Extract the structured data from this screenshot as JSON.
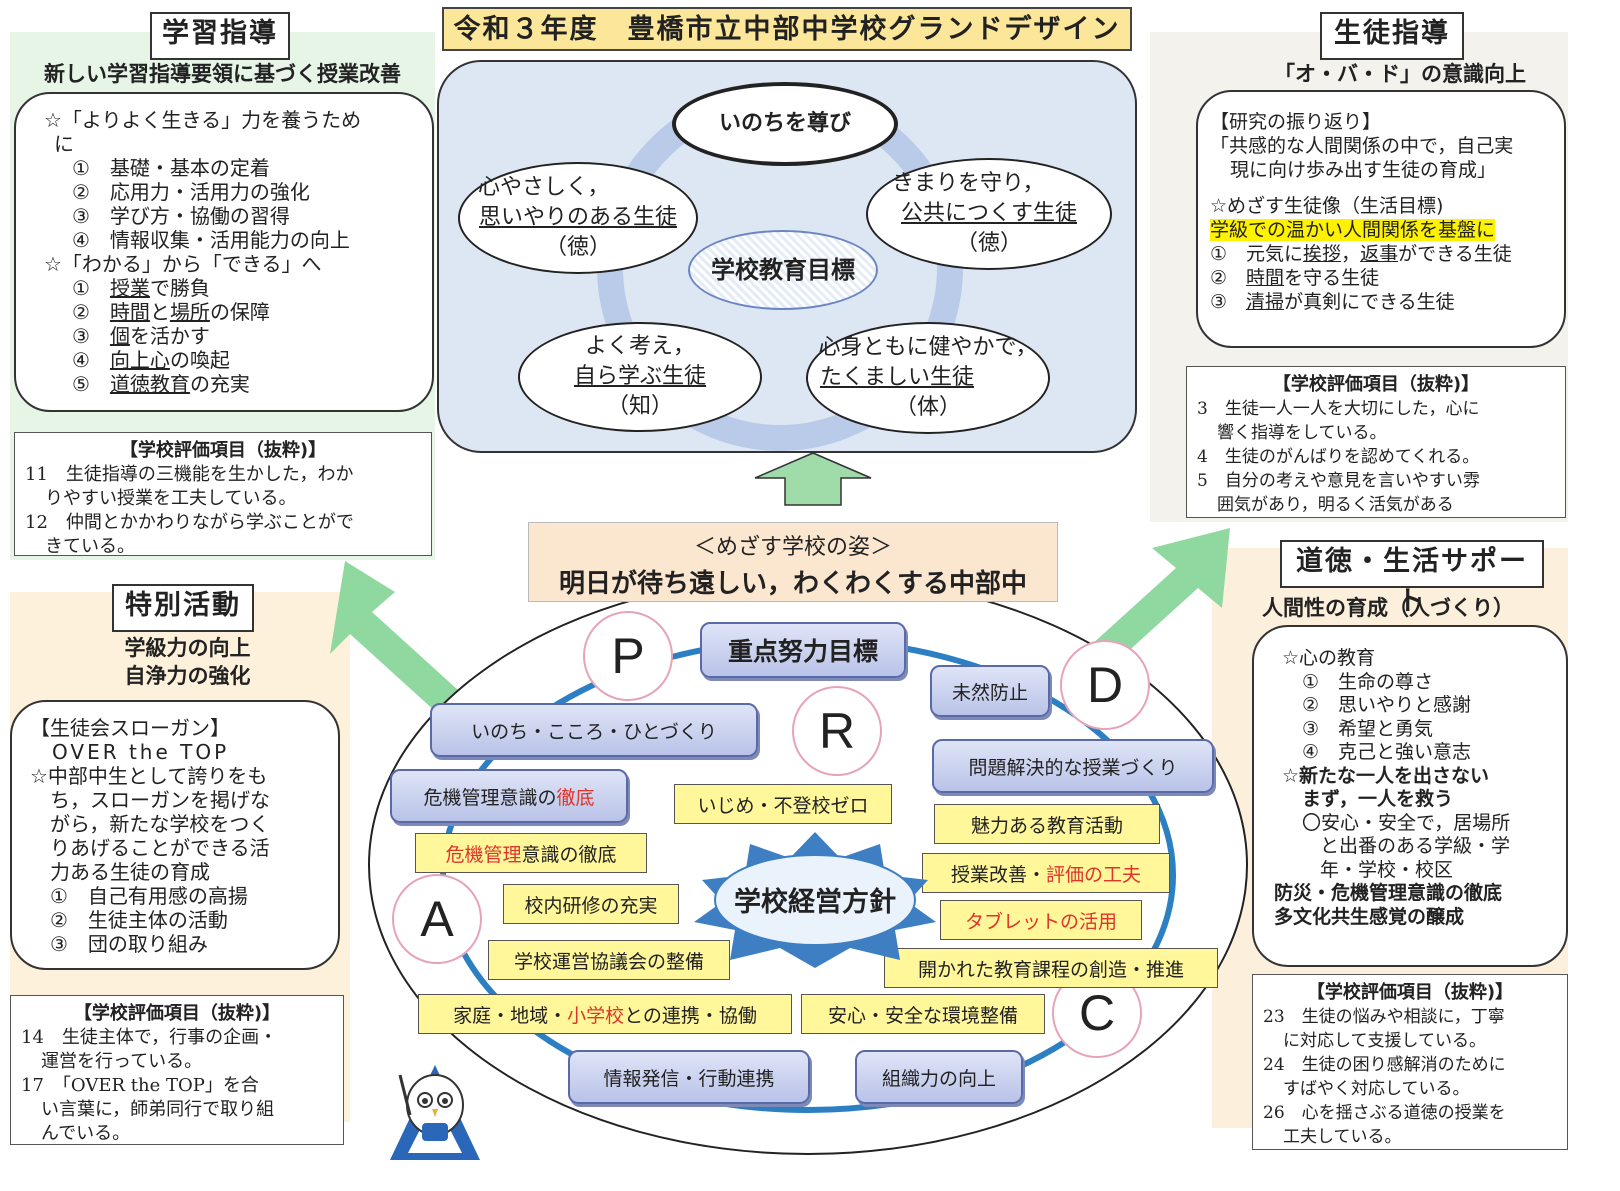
{
  "header": {
    "title": "令和３年度　豊橋市立中部中学校グランドデザイン"
  },
  "center_goal": {
    "top": "いのちを尊び",
    "label": "学校教育目標",
    "tl": [
      "心やさしく，",
      "思いやりのある生徒",
      "（徳）"
    ],
    "tr": [
      "きまりを守り，",
      "公共につくす生徒",
      "（徳）"
    ],
    "bl": [
      "よく考え，",
      "自ら学ぶ生徒",
      "（知）"
    ],
    "br": [
      "心身ともに健やかで，",
      "たくましい生徒",
      "（体）"
    ]
  },
  "vision": {
    "line1": "＜めざす学校の姿＞",
    "line2": "明日が待ち遠しい，わくわくする中部中"
  },
  "cycle": {
    "priority": "重点努力目標",
    "policy": "学校経営方針",
    "P": "P",
    "D": "D",
    "C": "C",
    "A": "A",
    "R": "R",
    "pills": [
      "いのち・こころ・ひとづくり",
      "危機管理意識の",
      "徹底",
      "未然防止",
      "問題解決的な授業づくり",
      "情報発信・行動連携",
      "組織力の向上"
    ],
    "yellow": [
      "いじめ・不登校ゼロ",
      "危機管理",
      "意識の徹底",
      "校内研修の充実",
      "学校運営協議会の整備",
      "家庭・地域・",
      "小学校",
      "との連携・協働",
      "安心・安全な環境整備",
      "魅力ある教育活動",
      "授業改善・",
      "評価の工夫",
      "タブレットの活用",
      "開かれた教育課程の創造・推進"
    ]
  },
  "learning": {
    "title": "学習指導",
    "subtitle": "新しい学習指導要領に基づく授業改善",
    "lines": [
      "☆「よりよく生きる」力を養うため",
      "に",
      "①　基礎・基本の定着",
      "②　応用力・活用力の強化",
      "③　学び方・協働の習得",
      "④　情報収集・活用能力の向上",
      "☆「わかる」から「できる」へ"
    ],
    "items2": [
      [
        "①",
        "授業",
        "で勝負"
      ],
      [
        "②",
        "時間",
        "と",
        "場所",
        "の保障"
      ],
      [
        "③",
        "個",
        "を活かす"
      ],
      [
        "④",
        "向上心",
        "の喚起"
      ],
      [
        "⑤",
        "道徳教育",
        "の充実"
      ]
    ],
    "eval_head": "【学校評価項目（抜粋)】",
    "eval": [
      "11　生徒指導の三機能を生かした，わか",
      "りやすい授業を工夫している。",
      "12　仲間とかかわりながら学ぶことがで",
      "きている。"
    ]
  },
  "special": {
    "title": "特別活動",
    "subtitle1": "学級力の向上",
    "subtitle2": "自浄力の強化",
    "lines": [
      "【生徒会スローガン】",
      "OVER the TOP",
      "☆中部中生として誇りをも",
      "ち，スローガンを掲げな",
      "がら，新たな学校をつく",
      "りあげることができる活",
      "力ある生徒の育成",
      "①　自己有用感の高揚",
      "②　生徒主体の活動",
      "③　団の取り組み"
    ],
    "eval_head": "【学校評価項目（抜粋)】",
    "eval": [
      "14　生徒主体で，行事の企画・",
      "運営を行っている。",
      "17　「OVER the TOP」を合",
      "い言葉に，師弟同行で取り組",
      "んでいる。"
    ]
  },
  "guidance": {
    "title": "生徒指導",
    "subtitle": "「オ・バ・ド」の意識向上",
    "lines": [
      "【研究の振り返り】",
      "「共感的な人間関係の中で，自己実",
      "現に向け歩み出す生徒の育成」",
      "☆めざす生徒像（生活目標)",
      "学級での温かい人間関係を基盤に"
    ],
    "items": [
      [
        "①　元気に",
        "挨拶",
        "，",
        "返事",
        "ができる生徒"
      ],
      [
        "②　",
        "時間",
        "を守る生徒"
      ],
      [
        "③　",
        "清掃",
        "が真剣にできる生徒"
      ]
    ],
    "eval_head": "【学校評価項目（抜粋)】",
    "eval": [
      "3　生徒一人一人を大切にした，心に",
      "響く指導をしている。",
      "4　生徒のがんばりを認めてくれる。",
      "5　自分の考えや意見を言いやすい雰",
      "囲気があり，明るく活気がある"
    ]
  },
  "moral": {
    "title": "道徳・生活サポート",
    "subtitle": "人間性の育成（人づくり）",
    "lines": [
      "☆心の教育",
      "①　生命の尊さ",
      "②　思いやりと感謝",
      "③　希望と勇気",
      "④　克己と強い意志",
      "☆新たな一人を出さない",
      "まず，一人を救う",
      "〇安心・安全で，居場所",
      "と出番のある学級・学",
      "年・学校・校区",
      "防災・危機管理意識の徹底",
      "多文化共生感覚の醸成"
    ],
    "eval_head": "【学校評価項目（抜粋)】",
    "eval": [
      "23　生徒の悩みや相談に，丁寧",
      "に対応して支援している。",
      "24　生徒の困り感解消のために",
      "すばやく対応している。",
      "26　心を揺さぶる道徳の授業を",
      "工夫している。"
    ]
  },
  "colors": {
    "green_panel": "#e6f4e4",
    "orange_panel": "#fdf1dc",
    "gray_panel": "#f2f1ec",
    "blue_frame": "#dde6f3",
    "arrow_green": "#8fd89f",
    "title_yellow": "#fbe69a"
  }
}
